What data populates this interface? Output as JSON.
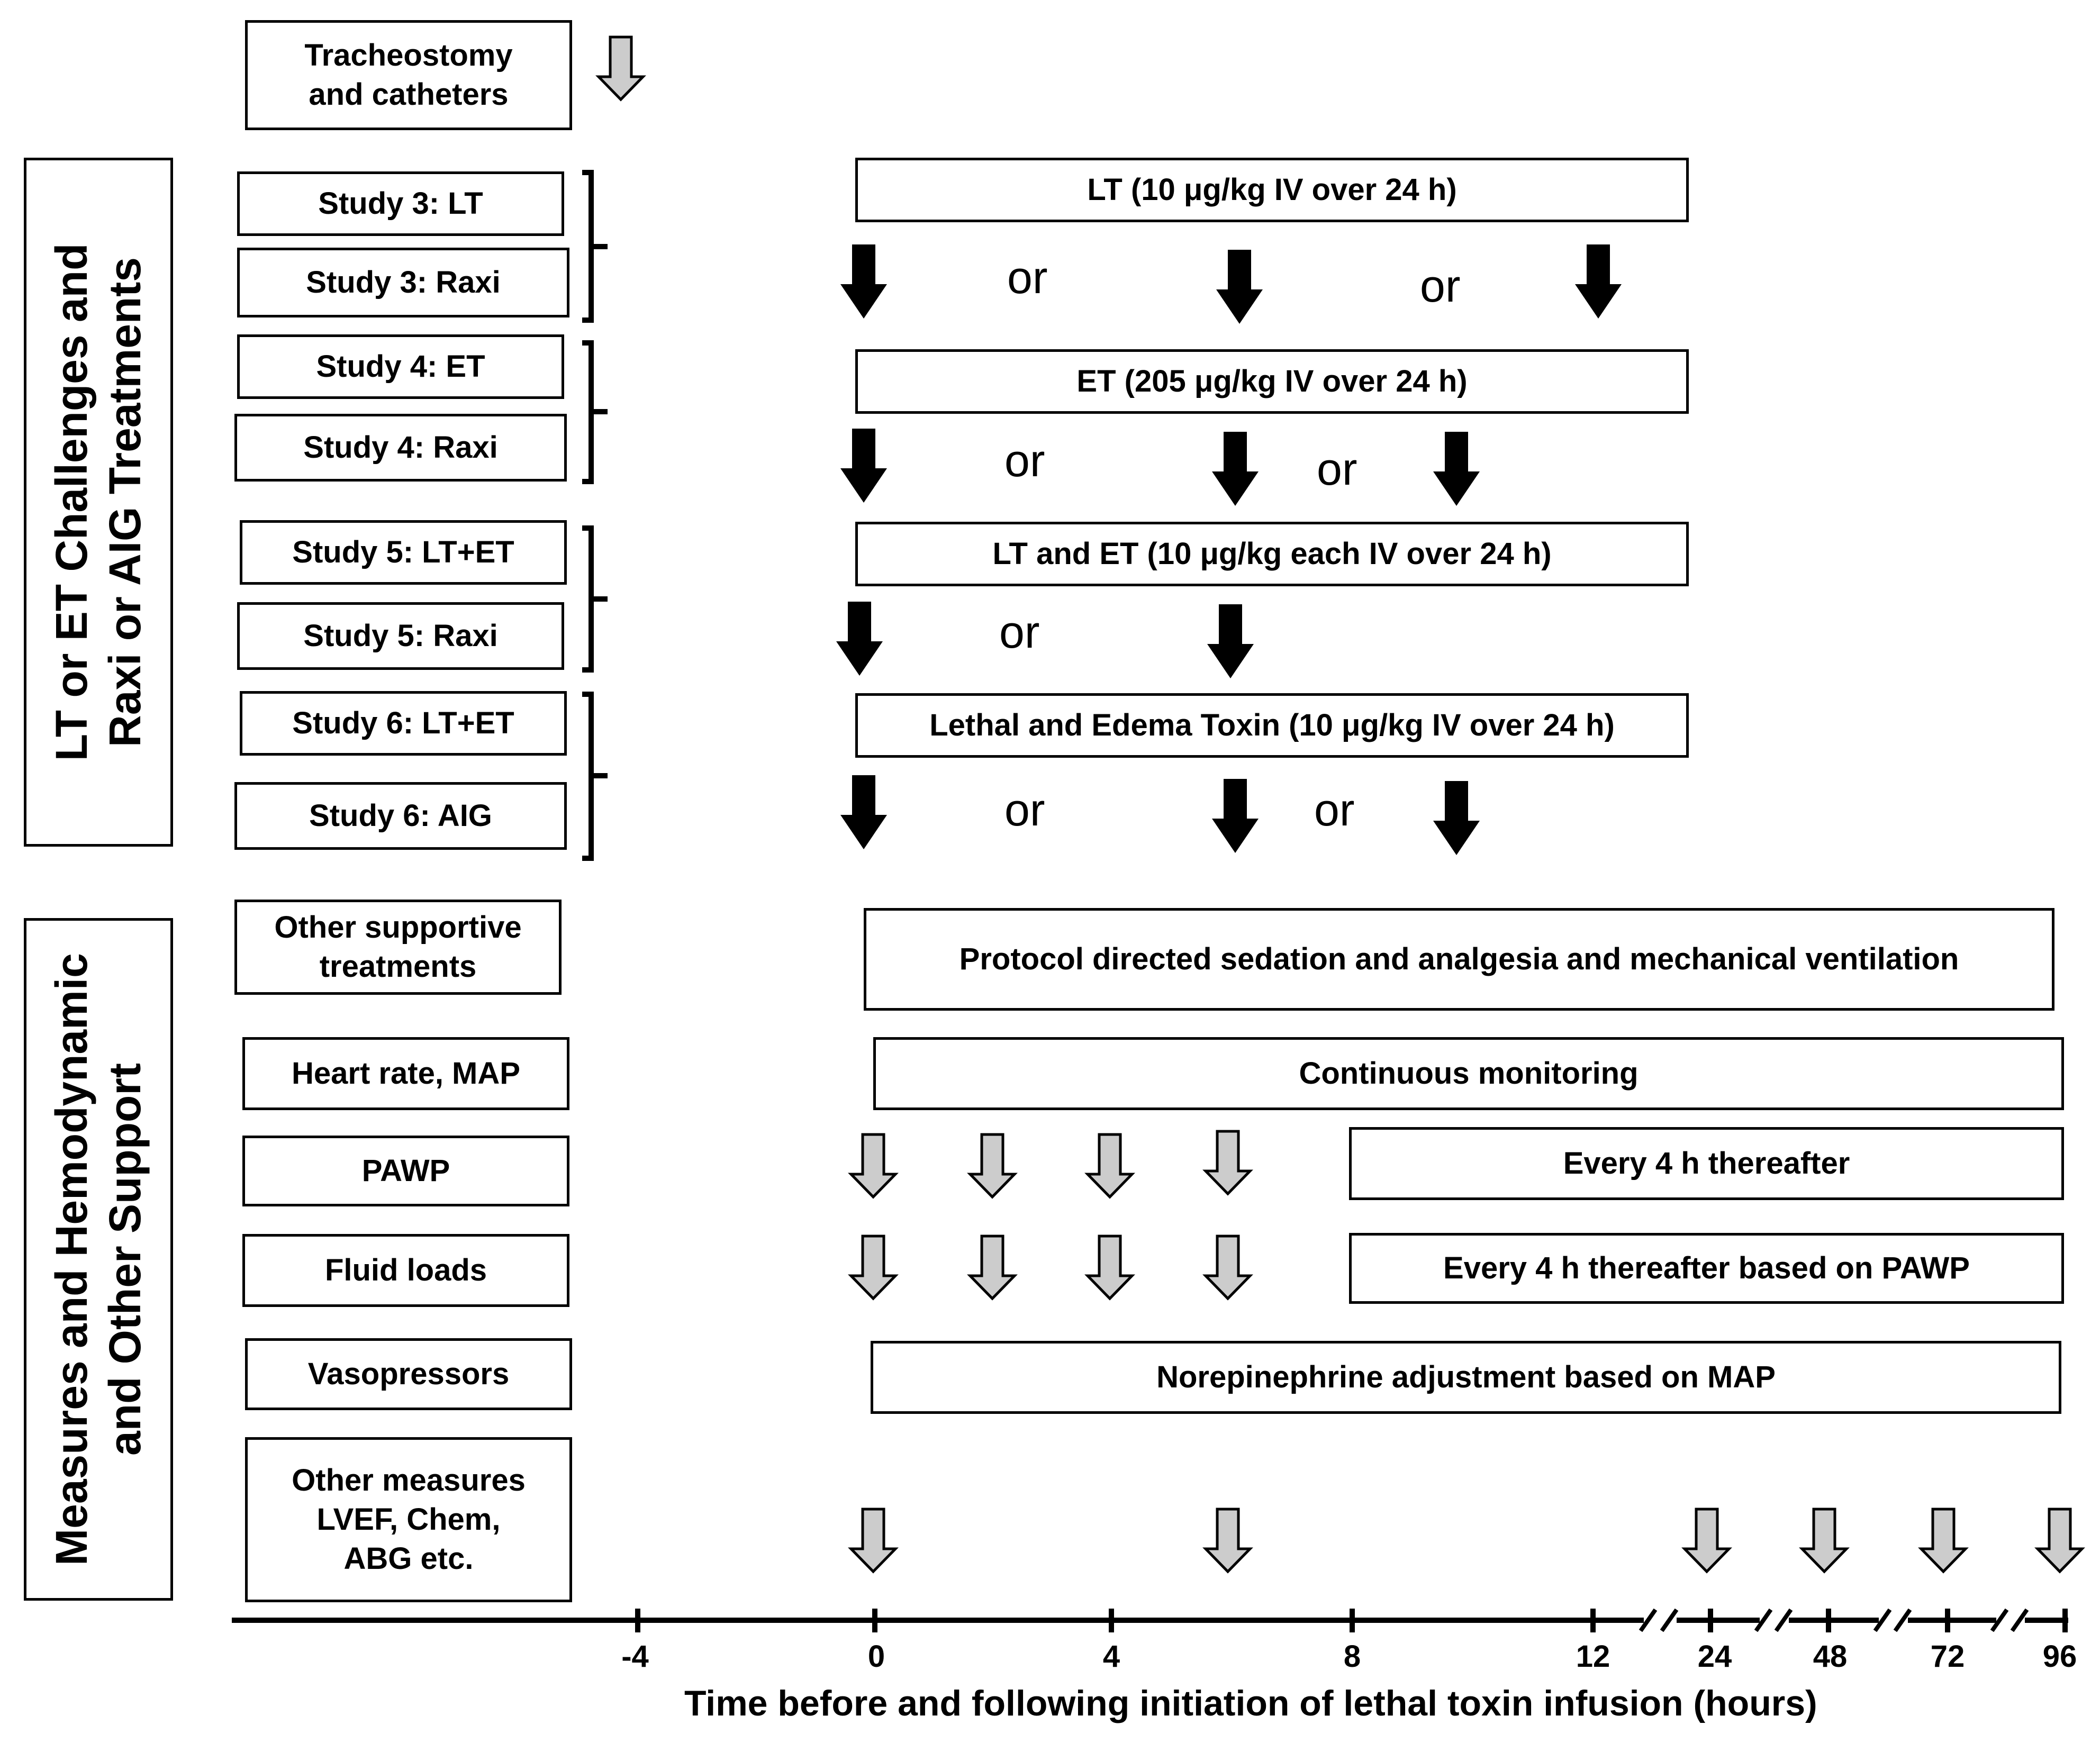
{
  "top_box": {
    "line1": "Tracheostomy",
    "line2": "and catheters"
  },
  "section1_label": {
    "line1": "LT or ET Challenges and",
    "line2": "Raxi or AIG Treatments"
  },
  "section2_label": {
    "line1": "Measures and Hemodynamic",
    "line2": "and Other Support"
  },
  "studies": [
    "Study 3: LT",
    "Study 3: Raxi",
    "Study 4: ET",
    "Study 4: Raxi",
    "Study 5: LT+ET",
    "Study 5: Raxi",
    "Study 6: LT+ET",
    "Study 6: AIG"
  ],
  "infusions": [
    "LT (10 μg/kg IV  over 24 h)",
    "ET (205 μg/kg IV over 24 h)",
    "LT and ET (10 μg/kg each IV over 24 h)",
    "Lethal and Edema Toxin (10 μg/kg IV over 24 h)"
  ],
  "or_word": "or",
  "measure_labels": {
    "other_supportive": {
      "line1": "Other supportive",
      "line2": "treatments"
    },
    "heart_rate": "Heart rate, MAP",
    "pawp": "PAWP",
    "fluid": "Fluid loads",
    "vasopressors": "Vasopressors",
    "other_measures": {
      "line1": "Other measures",
      "line2": "LVEF, Chem,",
      "line3": "ABG etc."
    }
  },
  "measure_bars": {
    "sedation": "Protocol directed sedation and analgesia and mechanical ventilation",
    "monitoring": "Continuous monitoring",
    "pawp_after": "Every 4 h thereafter",
    "fluid_after": "Every 4 h thereafter based on PAWP",
    "norepinephrine": "Norepinephrine adjustment based on MAP"
  },
  "axis": {
    "ticks": [
      "-4",
      "0",
      "4",
      "8",
      "12",
      "24",
      "48",
      "72",
      "96"
    ],
    "title": "Time before and following initiation of lethal toxin infusion (hours)"
  },
  "colors": {
    "filled_arrow": "#000000",
    "open_arrow_fill": "#cccccc"
  }
}
